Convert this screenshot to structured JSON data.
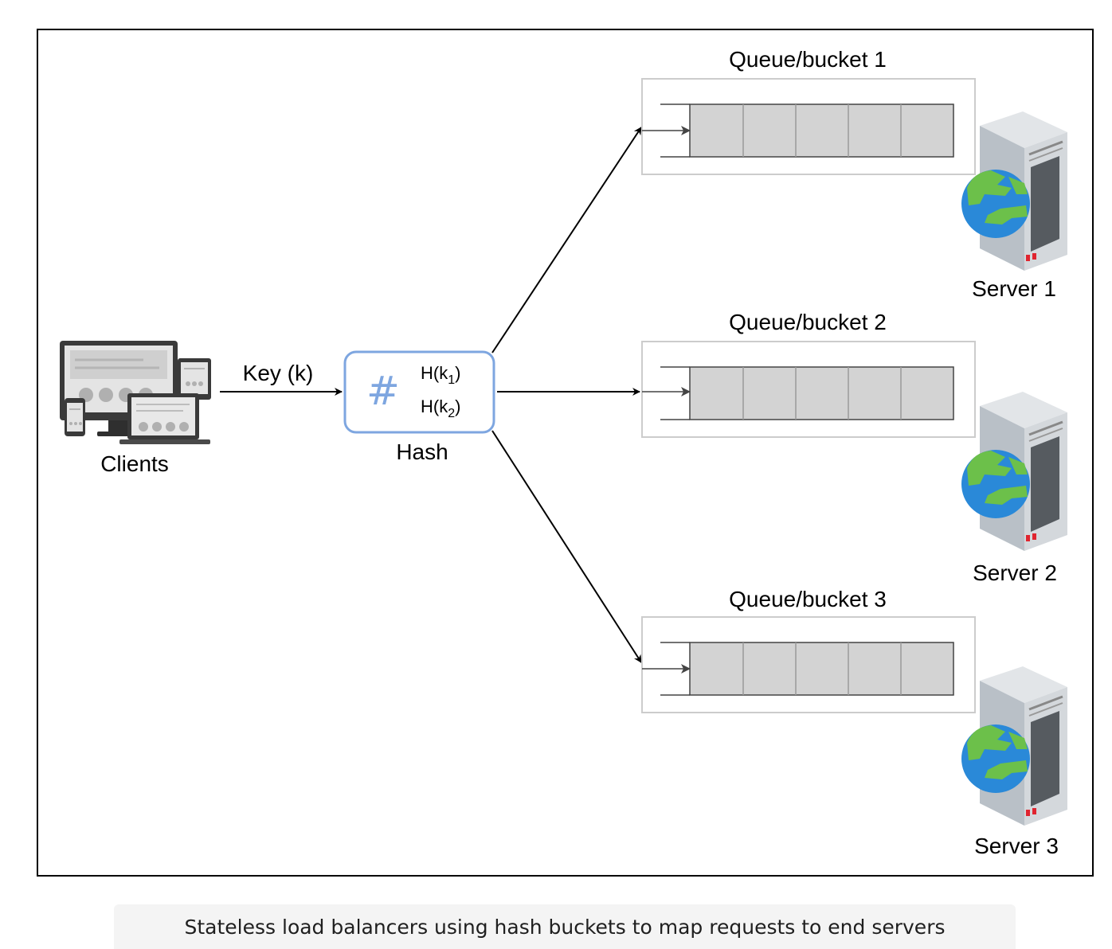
{
  "clients": {
    "label": "Clients",
    "icon": "client-devices-icon"
  },
  "edge_label": "Key (k)",
  "hash": {
    "symbol": "#",
    "label": "Hash",
    "func1": {
      "prefix": "H(k",
      "sub": "1",
      "suffix": ")"
    },
    "func2": {
      "prefix": "H(k",
      "sub": "2",
      "suffix": ")"
    },
    "border_color": "#7ea6e0"
  },
  "queues": [
    {
      "label": "Queue/bucket 1"
    },
    {
      "label": "Queue/bucket 2"
    },
    {
      "label": "Queue/bucket 3"
    }
  ],
  "servers": [
    {
      "label": "Server 1",
      "icon": "web-server-icon"
    },
    {
      "label": "Server 2",
      "icon": "web-server-icon"
    },
    {
      "label": "Server 3",
      "icon": "web-server-icon"
    }
  ],
  "caption": "Stateless load balancers using hash buckets to map requests to end servers"
}
